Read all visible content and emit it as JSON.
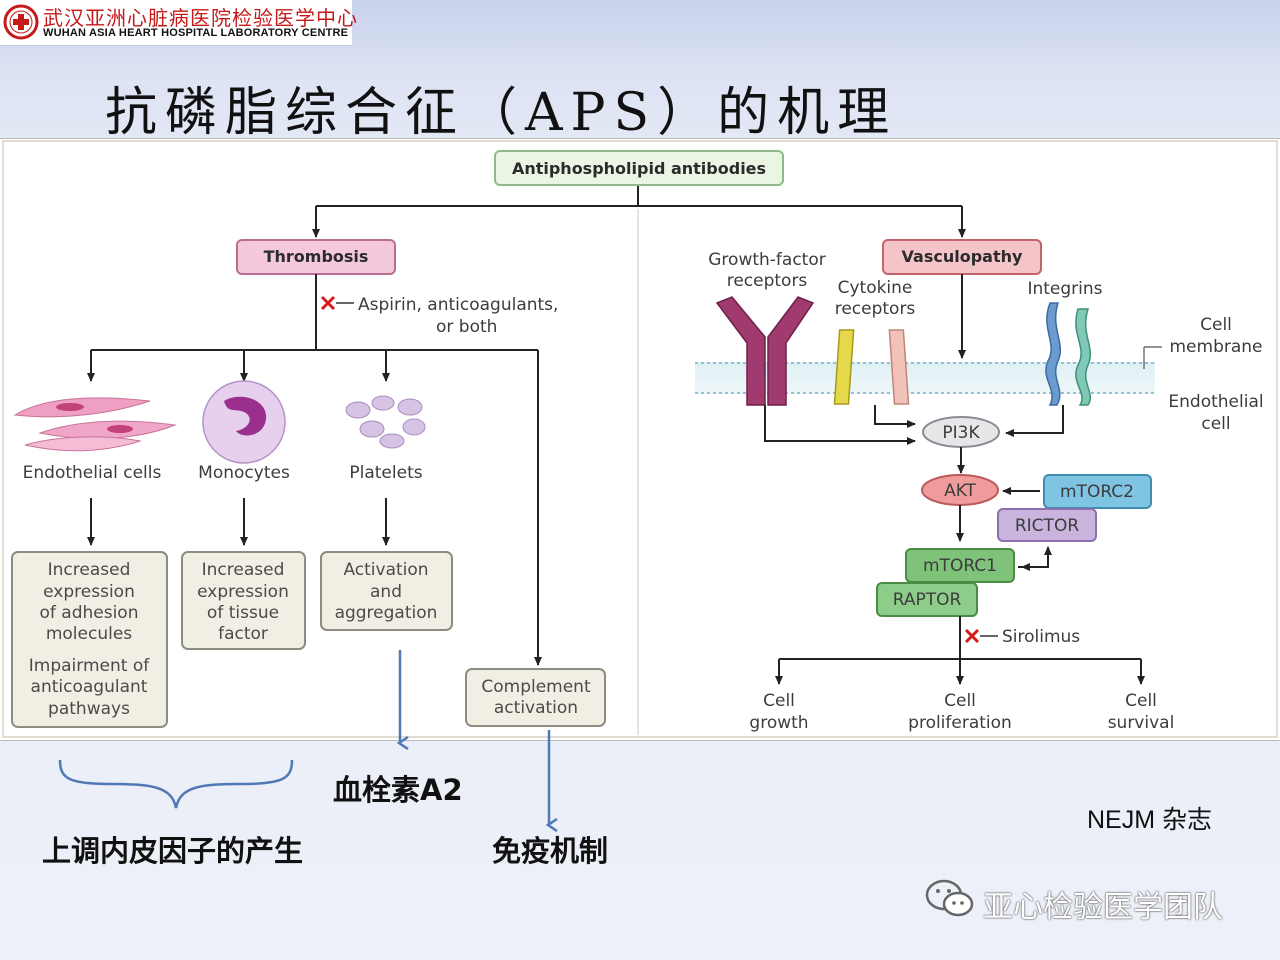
{
  "header": {
    "logo_cn": "武汉亚洲心脏病医院检验医学中心",
    "logo_en": "WUHAN ASIA HEART HOSPITAL LABORATORY CENTRE"
  },
  "title": "抗磷脂综合征（APS）的机理",
  "diagram": {
    "root": "Antiphospholipid antibodies",
    "thrombosis": "Thrombosis",
    "vasculopathy": "Vasculopathy",
    "aspirin": [
      "Aspirin, anticoagulants,",
      "or both"
    ],
    "endothelial_cells": "Endothelial cells",
    "monocytes": "Monocytes",
    "platelets": "Platelets",
    "box_endothelial": [
      "Increased",
      "expression",
      "of adhesion",
      "molecules",
      "Impairment of",
      "anticoagulant",
      "pathways"
    ],
    "box_monocytes": [
      "Increased",
      "expression",
      "of tissue",
      "factor"
    ],
    "box_platelets": [
      "Activation",
      "and",
      "aggregation"
    ],
    "box_complement": [
      "Complement",
      "activation"
    ],
    "growth_factor": [
      "Growth-factor",
      "receptors"
    ],
    "cytokine": [
      "Cytokine",
      "receptors"
    ],
    "integrins": "Integrins",
    "cell_membrane": [
      "Cell",
      "membrane"
    ],
    "endothelial_cell": [
      "Endothelial",
      "cell"
    ],
    "pi3k": "PI3K",
    "akt": "AKT",
    "mtorc2": "mTORC2",
    "rictor": "RICTOR",
    "mtorc1": "mTORC1",
    "raptor": "RAPTOR",
    "sirolimus": "Sirolimus",
    "cell_growth": [
      "Cell",
      "growth"
    ],
    "cell_proliferation": [
      "Cell",
      "proliferation"
    ],
    "cell_survival": [
      "Cell",
      "survival"
    ]
  },
  "annotations": {
    "upregulate": "上调内皮因子的产生",
    "thromboxane": "血栓素A2",
    "immune": "免疫机制",
    "source": "NEJM 杂志"
  },
  "watermark": "亚心检验医学团队",
  "colors": {
    "thrombosis_fill": "#f3c9db",
    "vasculopathy_fill": "#f5c4c8",
    "box_fill": "#f1efe4",
    "green_box": "#7fc27a",
    "blue_box": "#7fc4e3",
    "purple_box": "#c9b4de",
    "cross": "#d41c1c",
    "annotation_arrow": "#4f79b5"
  }
}
